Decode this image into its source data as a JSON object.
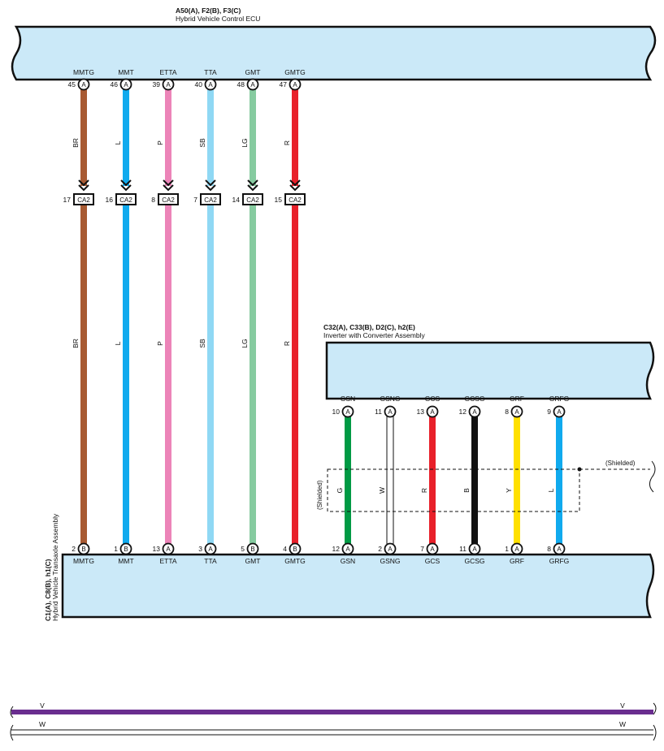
{
  "ecu": {
    "code": "A50(A), F2(B), F3(C)",
    "name": "Hybrid Vehicle Control ECU",
    "pins": [
      {
        "signal": "MMTG",
        "num": "45",
        "conn": "A"
      },
      {
        "signal": "MMT",
        "num": "46",
        "conn": "A"
      },
      {
        "signal": "ETTA",
        "num": "39",
        "conn": "A"
      },
      {
        "signal": "TTA",
        "num": "40",
        "conn": "A"
      },
      {
        "signal": "GMT",
        "num": "48",
        "conn": "A"
      },
      {
        "signal": "GMTG",
        "num": "47",
        "conn": "A"
      }
    ]
  },
  "junction": {
    "label": "CA2",
    "pins": [
      "17",
      "16",
      "8",
      "7",
      "14",
      "15"
    ]
  },
  "wires_left": [
    {
      "color_code": "BR",
      "color": "#a85a32"
    },
    {
      "color_code": "L",
      "color": "#10aaee"
    },
    {
      "color_code": "P",
      "color": "#ec84b8"
    },
    {
      "color_code": "SB",
      "color": "#8fd8f4"
    },
    {
      "color_code": "LG",
      "color": "#86cba0"
    },
    {
      "color_code": "R",
      "color": "#e8202a"
    }
  ],
  "inverter": {
    "code": "C32(A), C33(B), D2(C), h2(E)",
    "name": "Inverter with Converter Assembly",
    "pins": [
      {
        "signal": "GSN",
        "num": "10",
        "conn": "A"
      },
      {
        "signal": "GSNG",
        "num": "11",
        "conn": "A"
      },
      {
        "signal": "GCS",
        "num": "13",
        "conn": "A"
      },
      {
        "signal": "GCSG",
        "num": "12",
        "conn": "A"
      },
      {
        "signal": "GRF",
        "num": "8",
        "conn": "A"
      },
      {
        "signal": "GRFG",
        "num": "9",
        "conn": "A"
      }
    ]
  },
  "wires_right": [
    {
      "color_code": "G",
      "color": "#009a44"
    },
    {
      "color_code": "W",
      "color": "#ffffff"
    },
    {
      "color_code": "R",
      "color": "#e8202a"
    },
    {
      "color_code": "B",
      "color": "#111111"
    },
    {
      "color_code": "Y",
      "color": "#ffe000"
    },
    {
      "color_code": "L",
      "color": "#10aaee"
    }
  ],
  "shield": {
    "left_label": "(Shielded)",
    "right_label": "(Shielded)"
  },
  "transaxle": {
    "code": "C1(A), C8(B), h1(C)",
    "name": "Hybrid Vehicle Transaxle Assembly",
    "pins": [
      {
        "signal": "MMTG",
        "num": "2",
        "conn": "B"
      },
      {
        "signal": "MMT",
        "num": "1",
        "conn": "B"
      },
      {
        "signal": "ETTA",
        "num": "13",
        "conn": "A"
      },
      {
        "signal": "TTA",
        "num": "3",
        "conn": "A"
      },
      {
        "signal": "GMT",
        "num": "5",
        "conn": "B"
      },
      {
        "signal": "GMTG",
        "num": "4",
        "conn": "B"
      },
      {
        "signal": "GSN",
        "num": "12",
        "conn": "A"
      },
      {
        "signal": "GSNG",
        "num": "2",
        "conn": "A"
      },
      {
        "signal": "GCS",
        "num": "7",
        "conn": "A"
      },
      {
        "signal": "GCSG",
        "num": "11",
        "conn": "A"
      },
      {
        "signal": "GRF",
        "num": "1",
        "conn": "A"
      },
      {
        "signal": "GRFG",
        "num": "8",
        "conn": "A"
      }
    ]
  },
  "bottom_lines": [
    {
      "color_code": "V",
      "color": "#6a2d8f"
    },
    {
      "color_code": "W",
      "color": "#ffffff"
    }
  ],
  "colors": {
    "component_fill": "#cbe9f8",
    "outline": "#111111"
  }
}
